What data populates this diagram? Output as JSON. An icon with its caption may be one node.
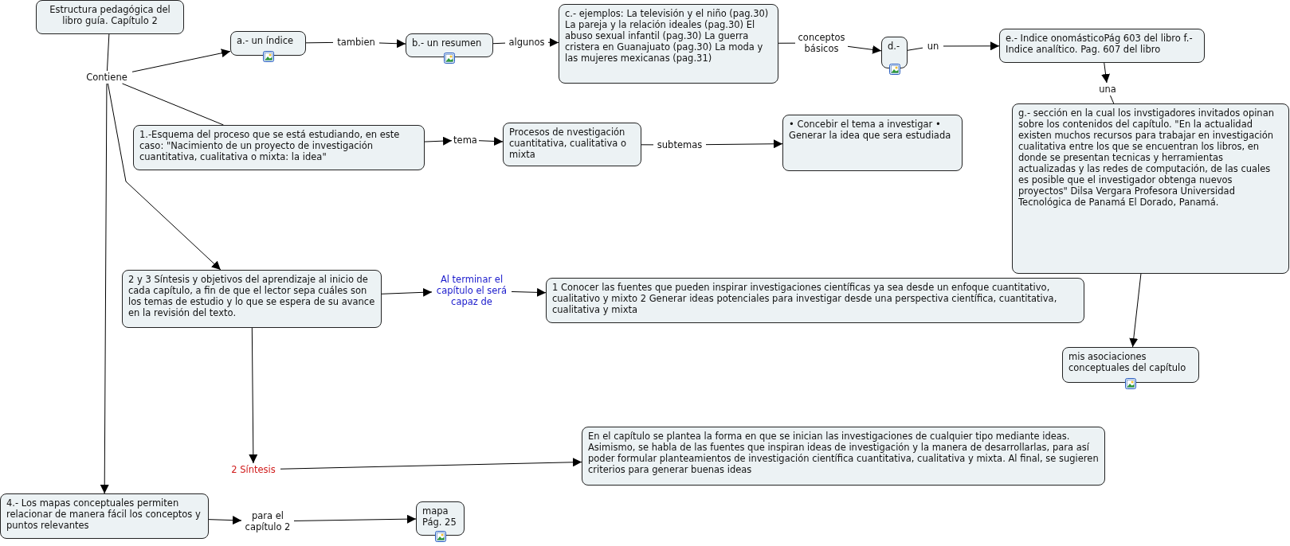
{
  "diagram": {
    "nodes": [
      {
        "text": [
          "Estructura pedagógica del libro guía. Capítulo 2"
        ]
      },
      {
        "text": [
          "Contiene"
        ]
      },
      {
        "text": [
          "a.- un índice"
        ]
      },
      {
        "text": [
          "tambien"
        ]
      },
      {
        "text": [
          "b.- un resumen"
        ]
      },
      {
        "text": [
          "algunos"
        ]
      },
      {
        "text": [
          "c.- ejemplos: La televisión y el niño (pag.30) La pareja y la relación ideales (pag.30) El abuso sexual infantil (pag.30) La guerra cristera en Guanajuato (pag.30) La moda y las mujeres mexicanas (pag.31)"
        ]
      },
      {
        "text": [
          "conceptos básicos"
        ]
      },
      {
        "text": [
          "d.-"
        ]
      },
      {
        "text": [
          "un"
        ]
      },
      {
        "text": [
          "e.- Indice onomásticoPág 603 del libro f.- Indice analítico. Pag. 607 del libro"
        ]
      },
      {
        "text": [
          "una"
        ]
      },
      {
        "text": [
          "g.- sección en la cual los invstigadores invitados opinan sobre los contenidos del capítulo. \"En la actualidad existen muchos recursos para trabajar en investigación cualitativa entre los que se encuentran los libros, en donde se presentan tecnicas y herramientas actualizadas y las redes de computación, de las cuales es posible que el investigador obtenga nuevos proyectos\" Dilsa Vergara Profesora Universidad Tecnológica de Panamá El Dorado, Panamá."
        ]
      },
      {
        "text": [
          "mis asociaciones conceptuales del capítulo"
        ]
      },
      {
        "text": [
          "1.-Esquema del proceso que se está estudiando, en este caso: \"Nacimiento de un proyecto de investigación cuantitativa, cualitativa o mixta: la idea\""
        ]
      },
      {
        "text": [
          "tema"
        ]
      },
      {
        "text": [
          "Procesos de nvestigación cuantitativa, cualitativa o mixta"
        ]
      },
      {
        "text": [
          "subtemas"
        ]
      },
      {
        "text": [
          "• Concebir el tema a investigar • Generar la idea que sera estudiada"
        ]
      },
      {
        "text": [
          "2 y 3  Síntesis y objetivos del aprendizaje al inicio de cada capítulo, a fin de que el lector sepa cuáles son los temas de estudio y lo que se espera de su avance en la revisión del texto."
        ]
      },
      {
        "text": [
          "Al terminar el capítulo el será capaz de"
        ]
      },
      {
        "text": [
          "1 Conocer las fuentes que pueden inspirar investigaciones científicas ya sea desde un enfoque cuantitativo, cualitativo y mixto 2 Generar ideas potenciales para investigar desde una perspectiva científica, cuantitativa, cualitativa y mixta"
        ]
      },
      {
        "text": [
          "2 Síntesis"
        ]
      },
      {
        "text": [
          "En el capítulo se plantea la forma en que se inician las investigaciones de cualquier tipo mediante ideas. Asimismo, se habla de las fuentes que inspiran ideas de investigación y la manera de desarrollarlas, para así poder formular planteamientos de investigación científica cuantitativa, cualitativa y mixta. Al final, se sugieren criterios para generar buenas ideas"
        ]
      },
      {
        "text": [
          "4.- Los mapas conceptuales permiten relacionar de manera fácil los conceptos y puntos relevantes"
        ]
      },
      {
        "text": [
          "para el capítulo 2"
        ]
      },
      {
        "text": [
          "mapa Pág. 25"
        ]
      }
    ],
    "edges": [
      {
        "from": 0,
        "to": 1,
        "arrow": "none"
      },
      {
        "from": 1,
        "to": 2,
        "arrow": "to"
      },
      {
        "from": 2,
        "to": 3,
        "arrow": "none"
      },
      {
        "from": 3,
        "to": 4,
        "arrow": "to"
      },
      {
        "from": 4,
        "to": 5,
        "arrow": "none"
      },
      {
        "from": 5,
        "to": 6,
        "arrow": "to"
      },
      {
        "from": 6,
        "to": 7,
        "arrow": "none"
      },
      {
        "from": 7,
        "to": 8,
        "arrow": "to"
      },
      {
        "from": 8,
        "to": 9,
        "arrow": "none"
      },
      {
        "from": 9,
        "to": 10,
        "arrow": "to"
      },
      {
        "from": 10,
        "to": 11,
        "arrow": "to"
      },
      {
        "from": 11,
        "to": 12,
        "arrow": "none"
      },
      {
        "from": 12,
        "to": 13,
        "arrow": "to"
      },
      {
        "from": 1,
        "to": 14,
        "arrow": "none"
      },
      {
        "from": 14,
        "to": 15,
        "arrow": "to"
      },
      {
        "from": 15,
        "to": 16,
        "arrow": "to"
      },
      {
        "from": 16,
        "to": 17,
        "arrow": "none"
      },
      {
        "from": 17,
        "to": 18,
        "arrow": "to"
      },
      {
        "from": 1,
        "to": 19,
        "arrow": "to"
      },
      {
        "from": 19,
        "to": 20,
        "arrow": "to"
      },
      {
        "from": 20,
        "to": 21,
        "arrow": "to"
      },
      {
        "from": 19,
        "to": 22,
        "arrow": "to"
      },
      {
        "from": 22,
        "to": 23,
        "arrow": "to"
      },
      {
        "from": 1,
        "to": 24,
        "arrow": "to"
      },
      {
        "from": 24,
        "to": 25,
        "arrow": "to"
      },
      {
        "from": 25,
        "to": 26,
        "arrow": "to"
      }
    ]
  }
}
